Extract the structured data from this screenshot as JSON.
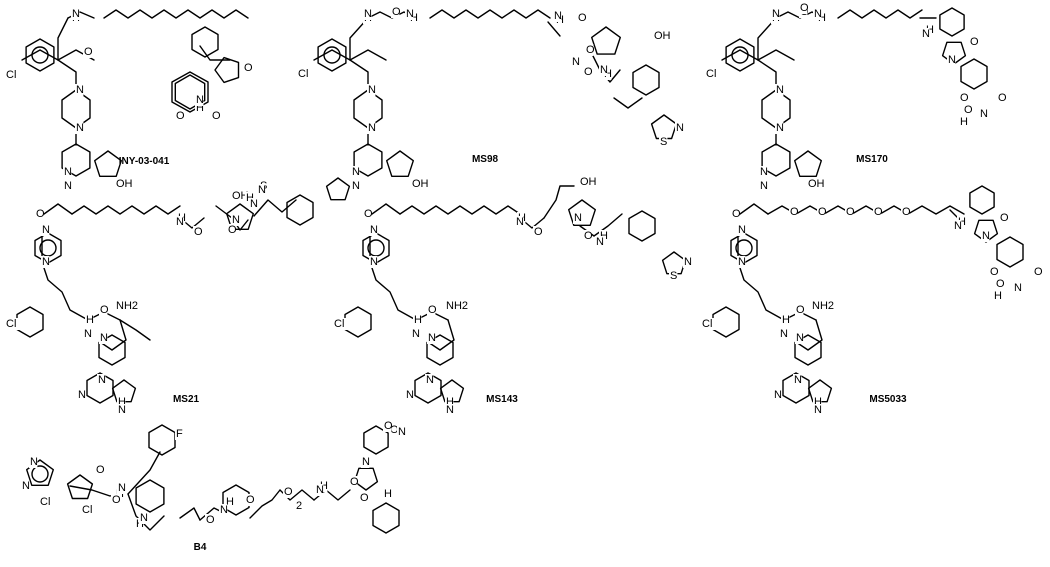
{
  "figure": {
    "compounds": [
      {
        "id": "iny",
        "name": "INY-03-041",
        "atoms": [
          "H",
          "N",
          "O",
          "Cl",
          "N",
          "N",
          "N",
          "N",
          "OH",
          "O",
          "O",
          "H",
          "N",
          "O"
        ]
      },
      {
        "id": "ms98",
        "name": "MS98",
        "atoms": [
          "H",
          "N",
          "H",
          "N",
          "O",
          "O",
          "Cl",
          "N",
          "N",
          "N",
          "N",
          "OH",
          "H",
          "N",
          "O",
          "N",
          "OH",
          "O",
          "H",
          "N",
          "S",
          "N"
        ]
      },
      {
        "id": "ms170",
        "name": "MS170",
        "atoms": [
          "H",
          "N",
          "H",
          "N",
          "O",
          "O",
          "Cl",
          "N",
          "N",
          "N",
          "N",
          "OH",
          "H",
          "N",
          "O",
          "N",
          "O",
          "O",
          "H",
          "N",
          "O"
        ]
      },
      {
        "id": "ms21",
        "name": "MS21",
        "atoms": [
          "O",
          "N",
          "N",
          "H",
          "N",
          "O",
          "NH2",
          "N",
          "N",
          "N",
          "H",
          "N",
          "Cl",
          "H",
          "N",
          "O",
          "N",
          "O",
          "OH",
          "H",
          "N",
          "S",
          "N"
        ]
      },
      {
        "id": "ms143",
        "name": "MS143",
        "atoms": [
          "O",
          "N",
          "N",
          "H",
          "N",
          "O",
          "NH2",
          "N",
          "N",
          "N",
          "H",
          "N",
          "Cl",
          "H",
          "N",
          "O",
          "N",
          "OH",
          "O",
          "H",
          "N",
          "S",
          "N"
        ]
      },
      {
        "id": "ms5033",
        "name": "MS5033",
        "atoms": [
          "O",
          "O",
          "O",
          "O",
          "O",
          "O",
          "N",
          "N",
          "H",
          "N",
          "O",
          "NH2",
          "N",
          "N",
          "N",
          "H",
          "N",
          "Cl",
          "H",
          "N",
          "O",
          "N",
          "O",
          "O",
          "H",
          "N",
          "O"
        ]
      },
      {
        "id": "b4",
        "name": "B4",
        "atoms": [
          "N",
          "N",
          "Cl",
          "O",
          "Cl",
          "H",
          "N",
          "O",
          "F",
          "H",
          "N",
          "O",
          "H",
          "N",
          "O",
          "O",
          "2",
          "H",
          "N",
          "O",
          "N",
          "O",
          "O",
          "H",
          "N",
          "O"
        ]
      }
    ]
  }
}
